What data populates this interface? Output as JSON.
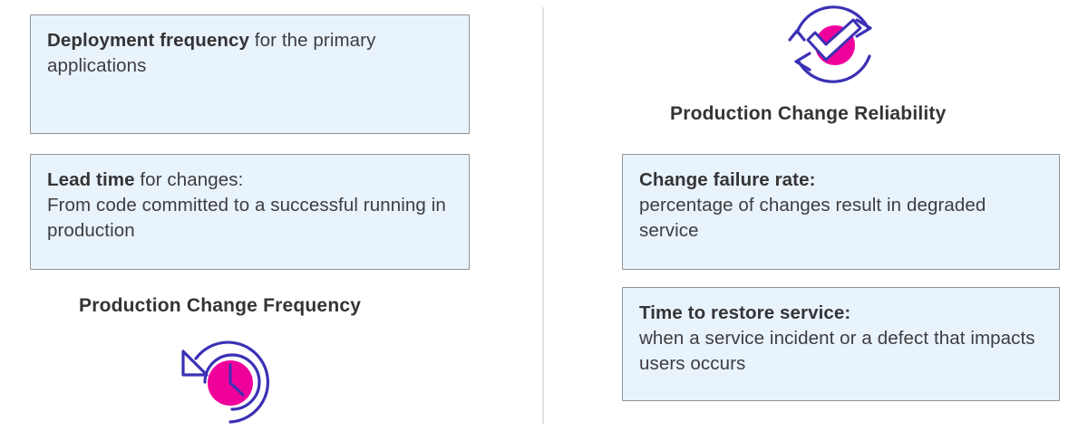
{
  "theme": {
    "background": "#ffffff",
    "card_fill": "#e9f3fc",
    "card_border": "#8e9499",
    "divider": "#e2e2e4",
    "text": "#3d3d3f",
    "accent_blue": "#3b31b5",
    "accent_magenta": "#f0009b"
  },
  "left_column": {
    "cards": [
      {
        "name": "deployment-frequency",
        "bold": "Deployment frequency",
        "rest": " for the primary applications"
      },
      {
        "name": "lead-time",
        "bold": "Lead time",
        "rest": " for changes:\nFrom code committed to a successful running in production"
      }
    ],
    "title": "Production Change Frequency",
    "icon": "clock-restore-icon"
  },
  "right_column": {
    "title": "Production Change Reliability",
    "icon": "change-reliability-check-refresh-icon",
    "cards": [
      {
        "name": "change-failure-rate",
        "bold": "Change failure rate:",
        "rest": "\npercentage of changes result in degraded service"
      },
      {
        "name": "time-to-restore-service",
        "bold": "Time to restore service:",
        "rest": "\nwhen a service incident or a defect that impacts users occurs"
      }
    ]
  }
}
